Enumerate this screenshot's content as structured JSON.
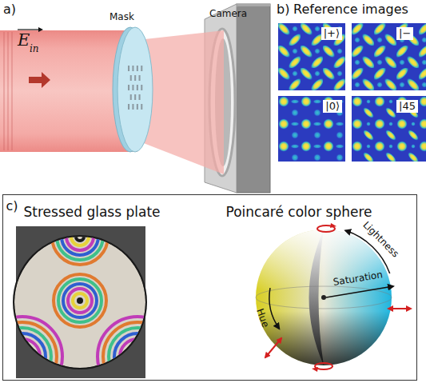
{
  "diagram": {
    "nodes": [
      {
        "text": [
          "|+⟩"
        ]
      },
      {
        "text": [
          "|−"
        ]
      },
      {
        "text": [
          "|0⟩"
        ]
      },
      {
        "text": [
          "|45"
        ]
      },
      {
        "text": [
          "c)",
          "Stressed glass plate",
          "Poincaré color sphere",
          "Lightness",
          "Saturation",
          "Hue"
        ]
      }
    ],
    "labels": [
      "a)",
      "E",
      "in",
      "Mask",
      "Camera",
      "b)",
      "Reference images"
    ]
  }
}
